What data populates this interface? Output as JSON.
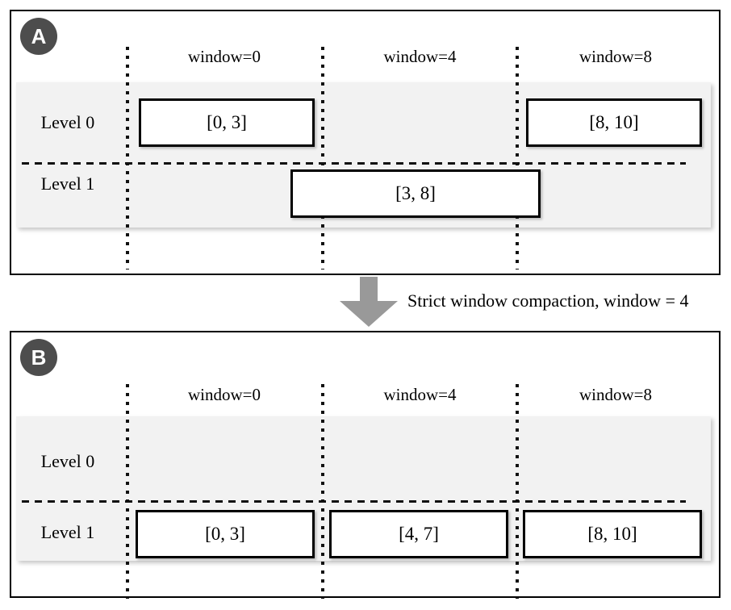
{
  "palette": {
    "badge_bg": "#4d4d4d",
    "badge_text": "#ffffff",
    "band_bg": "#f2f2f2",
    "arrow_color": "#999999",
    "line_color": "#111111",
    "box_border": "#000000",
    "box_bg": "#ffffff",
    "panel_border": "#000000"
  },
  "transition": {
    "label": "Strict window compaction, window = 4",
    "arrow_icon": "down-arrow"
  },
  "panels": [
    {
      "id": "A",
      "badge": "A",
      "window_headers": [
        "window=0",
        "window=4",
        "window=8"
      ],
      "levels": [
        {
          "label": "Level 0",
          "sstables": [
            {
              "range": "[0, 3]",
              "window": "window=0"
            },
            {
              "range": "[8, 10]",
              "window": "window=8"
            }
          ]
        },
        {
          "label": "Level 1",
          "sstables": [
            {
              "range": "[3, 8]",
              "window": "spans window=0 through window=8"
            }
          ]
        }
      ]
    },
    {
      "id": "B",
      "badge": "B",
      "window_headers": [
        "window=0",
        "window=4",
        "window=8"
      ],
      "levels": [
        {
          "label": "Level 0",
          "sstables": []
        },
        {
          "label": "Level 1",
          "sstables": [
            {
              "range": "[0, 3]",
              "window": "window=0"
            },
            {
              "range": "[4, 7]",
              "window": "window=4"
            },
            {
              "range": "[8, 10]",
              "window": "window=8"
            }
          ]
        }
      ]
    }
  ]
}
